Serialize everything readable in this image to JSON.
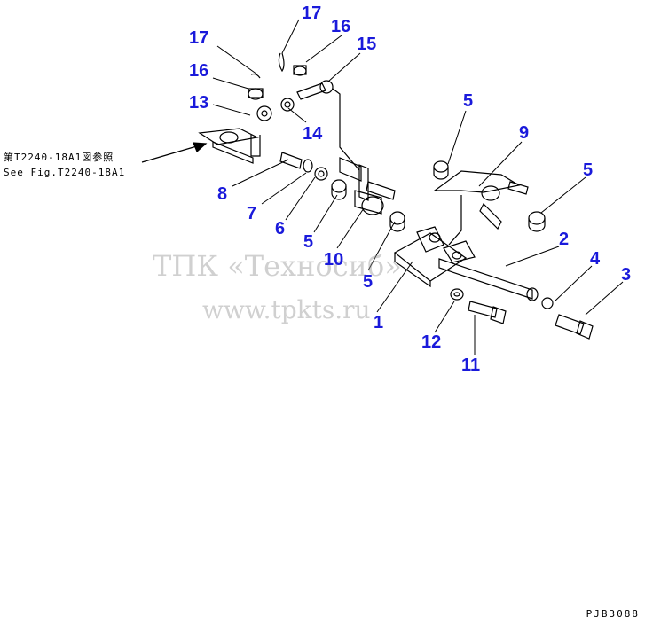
{
  "reference": {
    "line1": "第T2240-18A1図参照",
    "line2": "See Fig.T2240-18A1"
  },
  "watermark": {
    "line1": "ТПК «Техносиб»",
    "line2": "www.tpkts.ru"
  },
  "drawing_code": "PJB3088",
  "callouts": [
    "17",
    "17",
    "16",
    "16",
    "15",
    "13",
    "14",
    "8",
    "7",
    "6",
    "5",
    "10",
    "5",
    "1",
    "12",
    "11",
    "5",
    "9",
    "5",
    "2",
    "4",
    "3"
  ],
  "colors": {
    "callout": "#1a1adb",
    "line": "#000000",
    "watermark": "#969696"
  }
}
